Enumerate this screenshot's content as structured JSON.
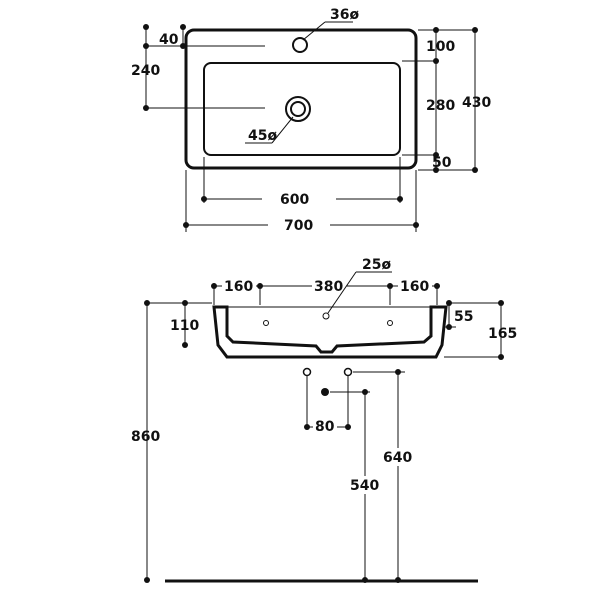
{
  "top_view": {
    "dims": {
      "tap_hole": "36ø",
      "tap_offset": "40",
      "bowl_offset": "240",
      "drain_hole": "45ø",
      "back_rim": "100",
      "bowl_depth": "280",
      "front_rim": "50",
      "total_depth": "430",
      "bowl_width": "600",
      "total_width": "700"
    }
  },
  "side_view": {
    "dims": {
      "left_margin": "160",
      "center_span": "380",
      "right_margin": "160",
      "waste_hole": "25ø",
      "tap_height": "110",
      "rim_thickness": "55",
      "basin_height": "165",
      "floor_to_rim": "860",
      "fixing_spacing": "80",
      "fixing_height": "640",
      "waste_height": "540"
    }
  },
  "colors": {
    "ink": "#111111",
    "paper": "#ffffff"
  }
}
